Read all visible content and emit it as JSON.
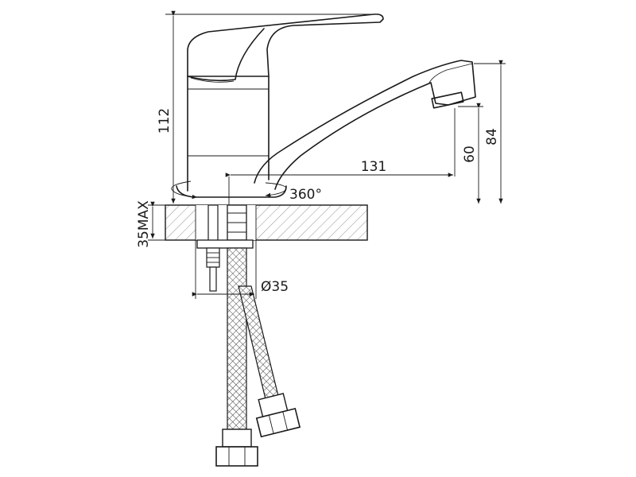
{
  "dimensions": {
    "total_height": "112",
    "spout_height": "84",
    "outlet_height": "60",
    "spout_reach": "131",
    "rotation": "360°",
    "max_counter_thickness": "35MAX",
    "hole_diameter": "Ø35"
  }
}
